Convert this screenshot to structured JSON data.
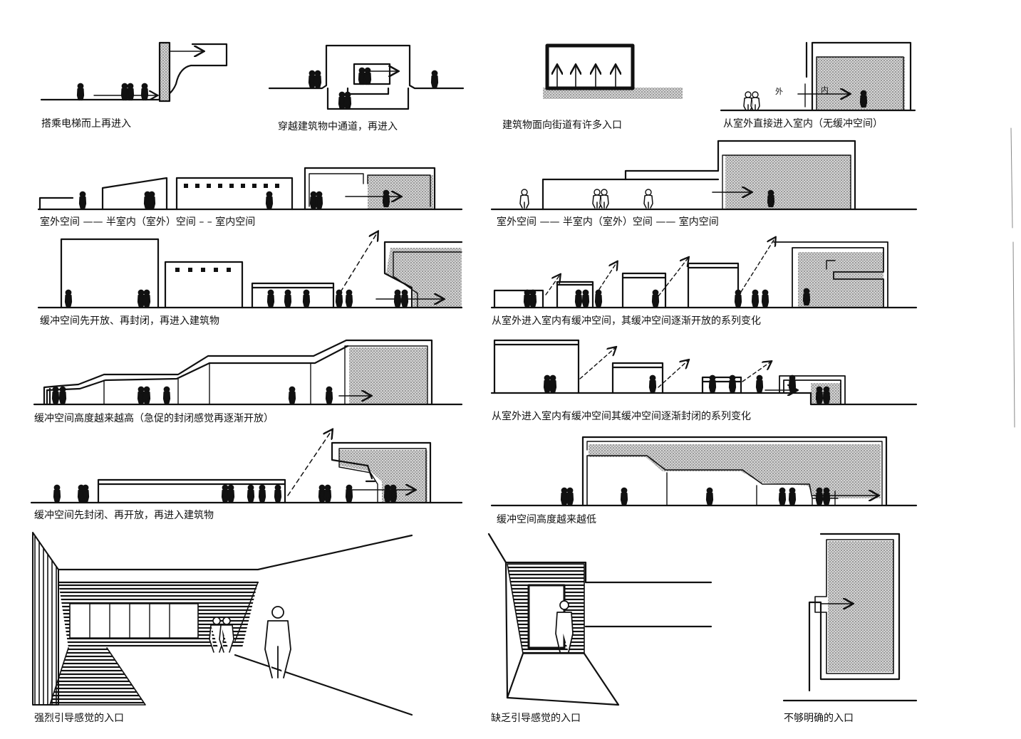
{
  "captions": {
    "c1": "搭乘电梯而上再进入",
    "c2": "穿越建筑物中通道，再进入",
    "c3": "建筑物面向街道有许多入口",
    "c4": "从室外直接进入室内（无缓冲空间）",
    "c5": "室外空间 —— 半室内（室外）空间 – – 室内空间",
    "c6": "室外空间 —— 半室内（室外）空间 —— 室内空间",
    "c7": "缓冲空间先开放、再封闭，再进入建筑物",
    "c8": "从室外进入室内有缓冲空间，其缓冲空间逐渐开放的系列变化",
    "c9": "缓冲空间高度越来越高（急促的封闭感觉再逐渐开放）",
    "c10": "从室外进入室内有缓冲空间其缓冲空间逐渐封闭的系列变化",
    "c11": "缓冲空间先封闭、再开放，再进入建筑物",
    "c12": "缓冲空间高度越来越低",
    "c13": "强烈引导感觉的入口",
    "c14": "缺乏引导感觉的入口",
    "c15": "不够明确的入口"
  },
  "labels": {
    "outside": "外",
    "inside": "内"
  },
  "colors": {
    "ink": "#111111",
    "stipple": "#9a9a9a"
  }
}
